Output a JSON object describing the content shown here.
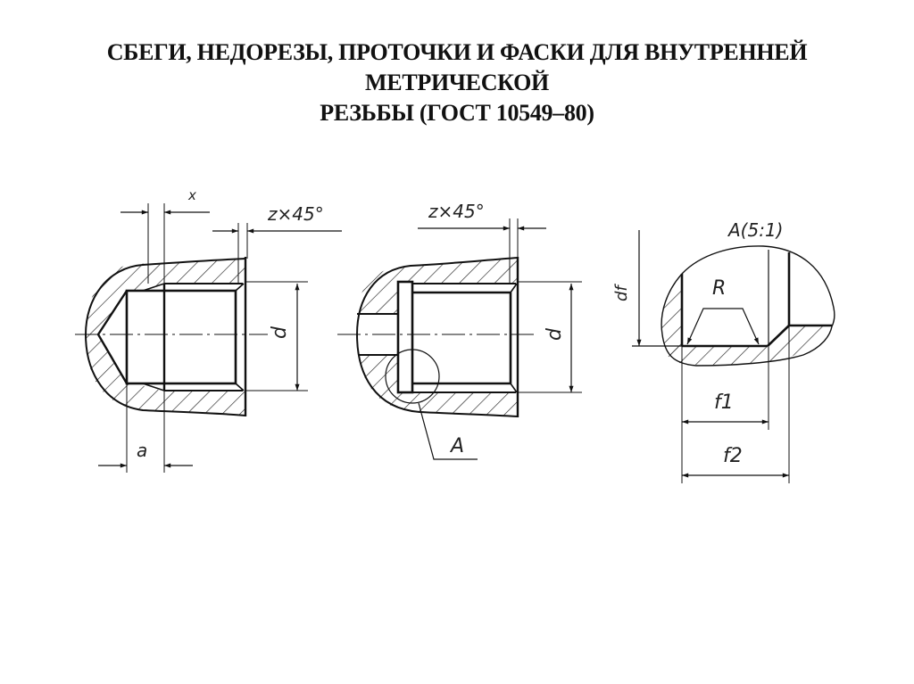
{
  "title": {
    "line1": "СБЕГИ, НЕДОРЕЗЫ, ПРОТОЧКИ И ФАСКИ ДЛЯ ВНУТРЕННЕЙ",
    "line2": "МЕТРИЧЕСКОЙ",
    "line3": "РЕЗЬБЫ (ГОСТ 10549–80)"
  },
  "figure1": {
    "label_x": "x",
    "label_chamfer": "z×45°",
    "label_d": "d",
    "label_a": "a"
  },
  "figure2": {
    "label_chamfer": "z×45°",
    "label_d": "d",
    "label_callout": "A"
  },
  "figure3": {
    "label_view": "A(5:1)",
    "label_R": "R",
    "label_df": "df",
    "label_f1": "f1",
    "label_f2": "f2"
  },
  "colors": {
    "line": "#111111",
    "background": "#ffffff"
  }
}
